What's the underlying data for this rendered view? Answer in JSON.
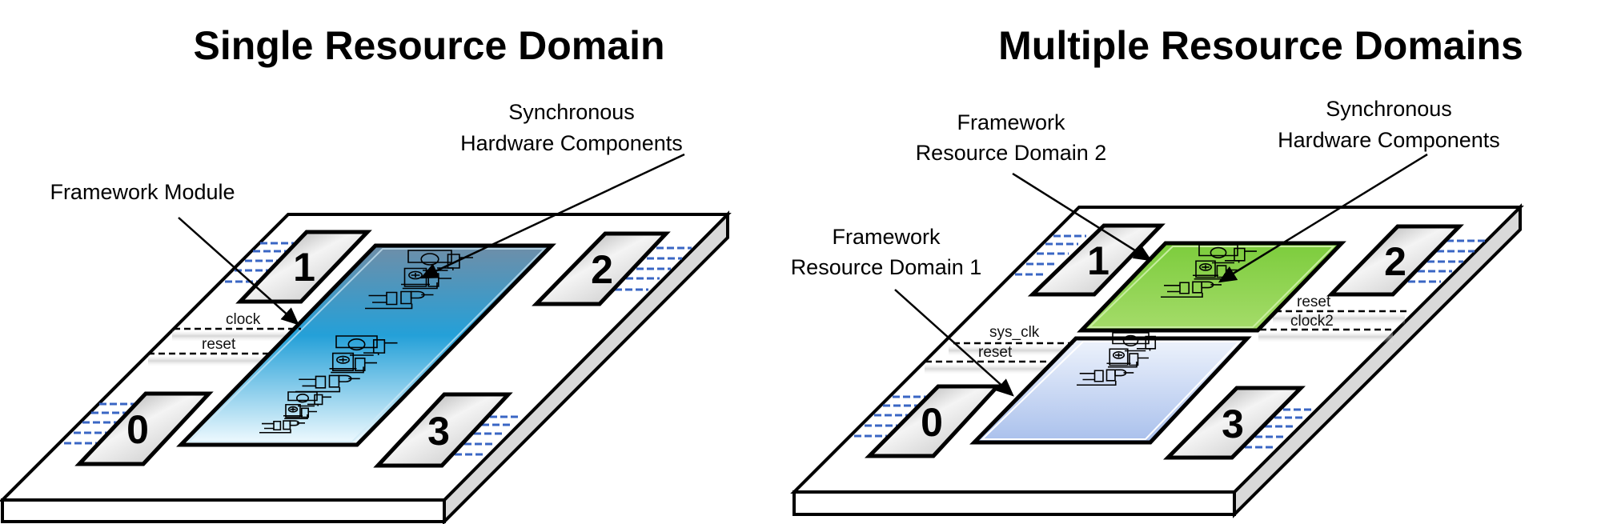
{
  "left_panel": {
    "title": "Single Resource Domain",
    "labels": {
      "sync_line1": "Synchronous",
      "sync_line2": "Hardware Components",
      "framework_module": "Framework Module"
    },
    "signals": {
      "clock": "clock",
      "reset": "reset"
    },
    "pads": [
      "0",
      "1",
      "2",
      "3"
    ],
    "module_color": "#2aa3d8"
  },
  "right_panel": {
    "title": "Multiple Resource Domains",
    "labels": {
      "rd2_line1": "Framework",
      "rd2_line2": "Resource Domain 2",
      "sync_line1": "Synchronous",
      "sync_line2": "Hardware Components",
      "rd1_line1": "Framework",
      "rd1_line2": "Resource Domain 1"
    },
    "signals": {
      "sys_clk": "sys_clk",
      "reset_left": "reset",
      "reset_right": "reset",
      "clock2": "clock2"
    },
    "pads": [
      "0",
      "1",
      "2",
      "3"
    ],
    "domain1_color": "#b4c8ee",
    "domain2_color": "#8fd14f"
  }
}
